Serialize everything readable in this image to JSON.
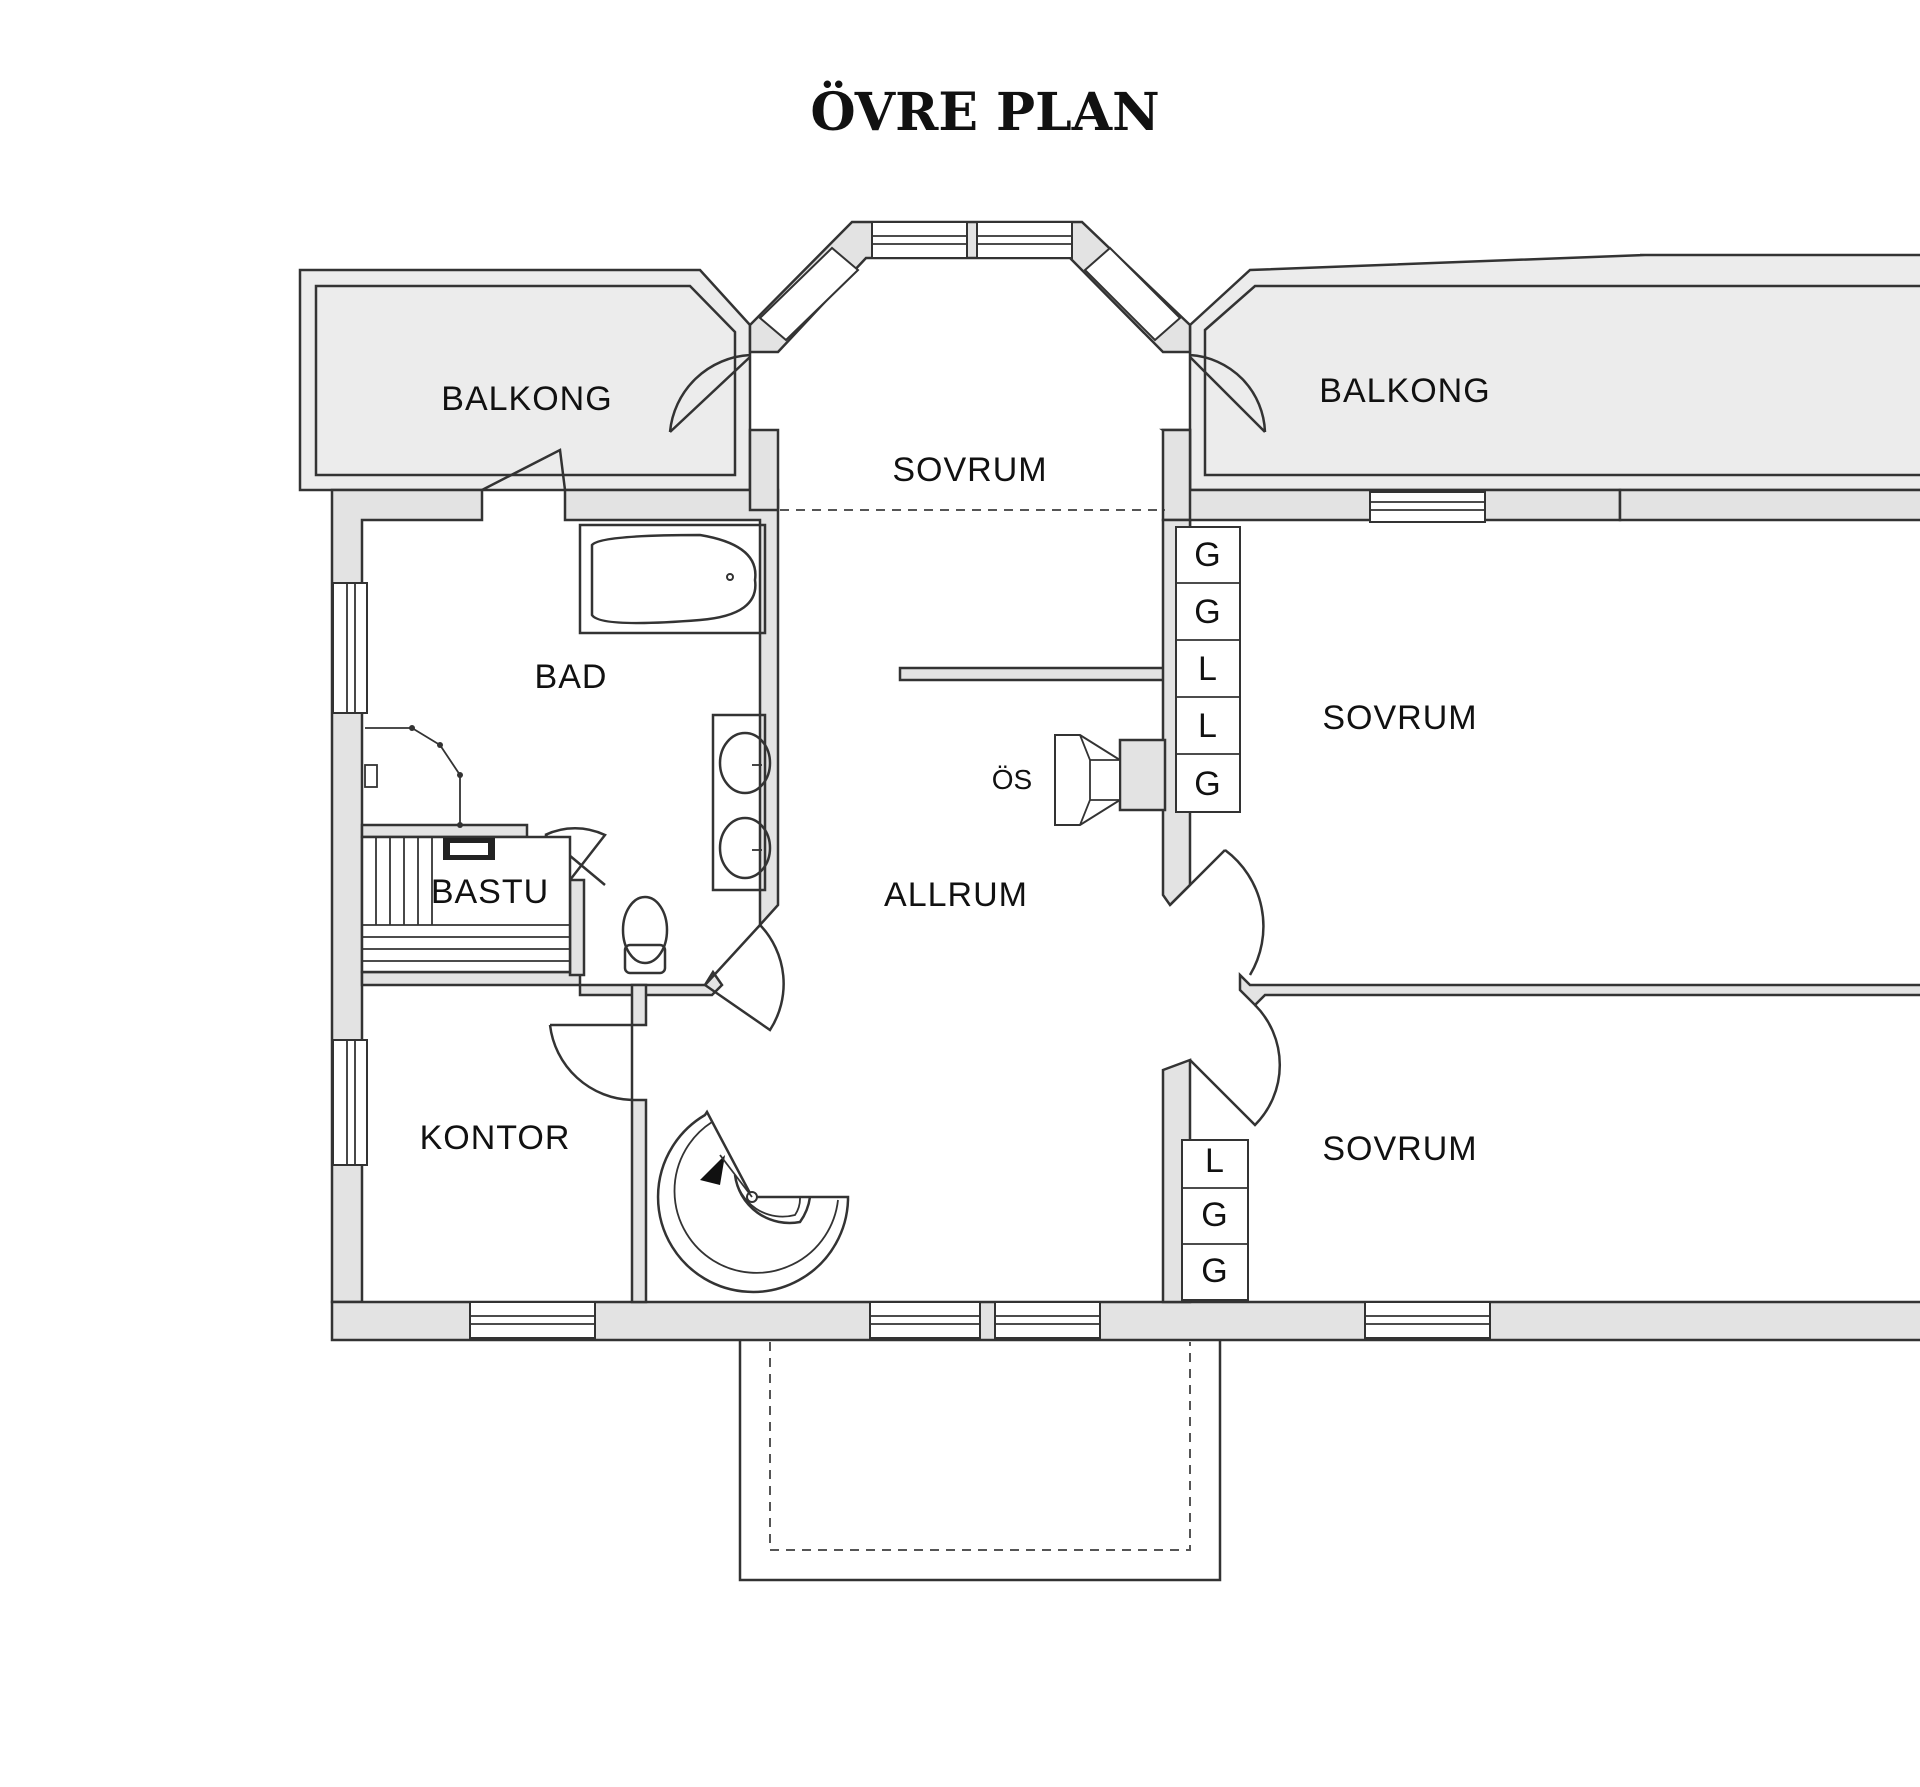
{
  "title": "ÖVRE PLAN",
  "rooms": {
    "balkong_left": "BALKONG",
    "balkong_right": "BALKONG",
    "sovrum_top": "SOVRUM",
    "bad": "BAD",
    "bastu": "BASTU",
    "allrum": "ALLRUM",
    "sovrum_right_upper": "SOVRUM",
    "sovrum_right_lower": "SOVRUM",
    "kontor": "KONTOR",
    "os": "ÖS"
  },
  "closets": {
    "upper": [
      "G",
      "G",
      "L",
      "L",
      "G"
    ],
    "lower": [
      "L",
      "G",
      "G"
    ]
  }
}
